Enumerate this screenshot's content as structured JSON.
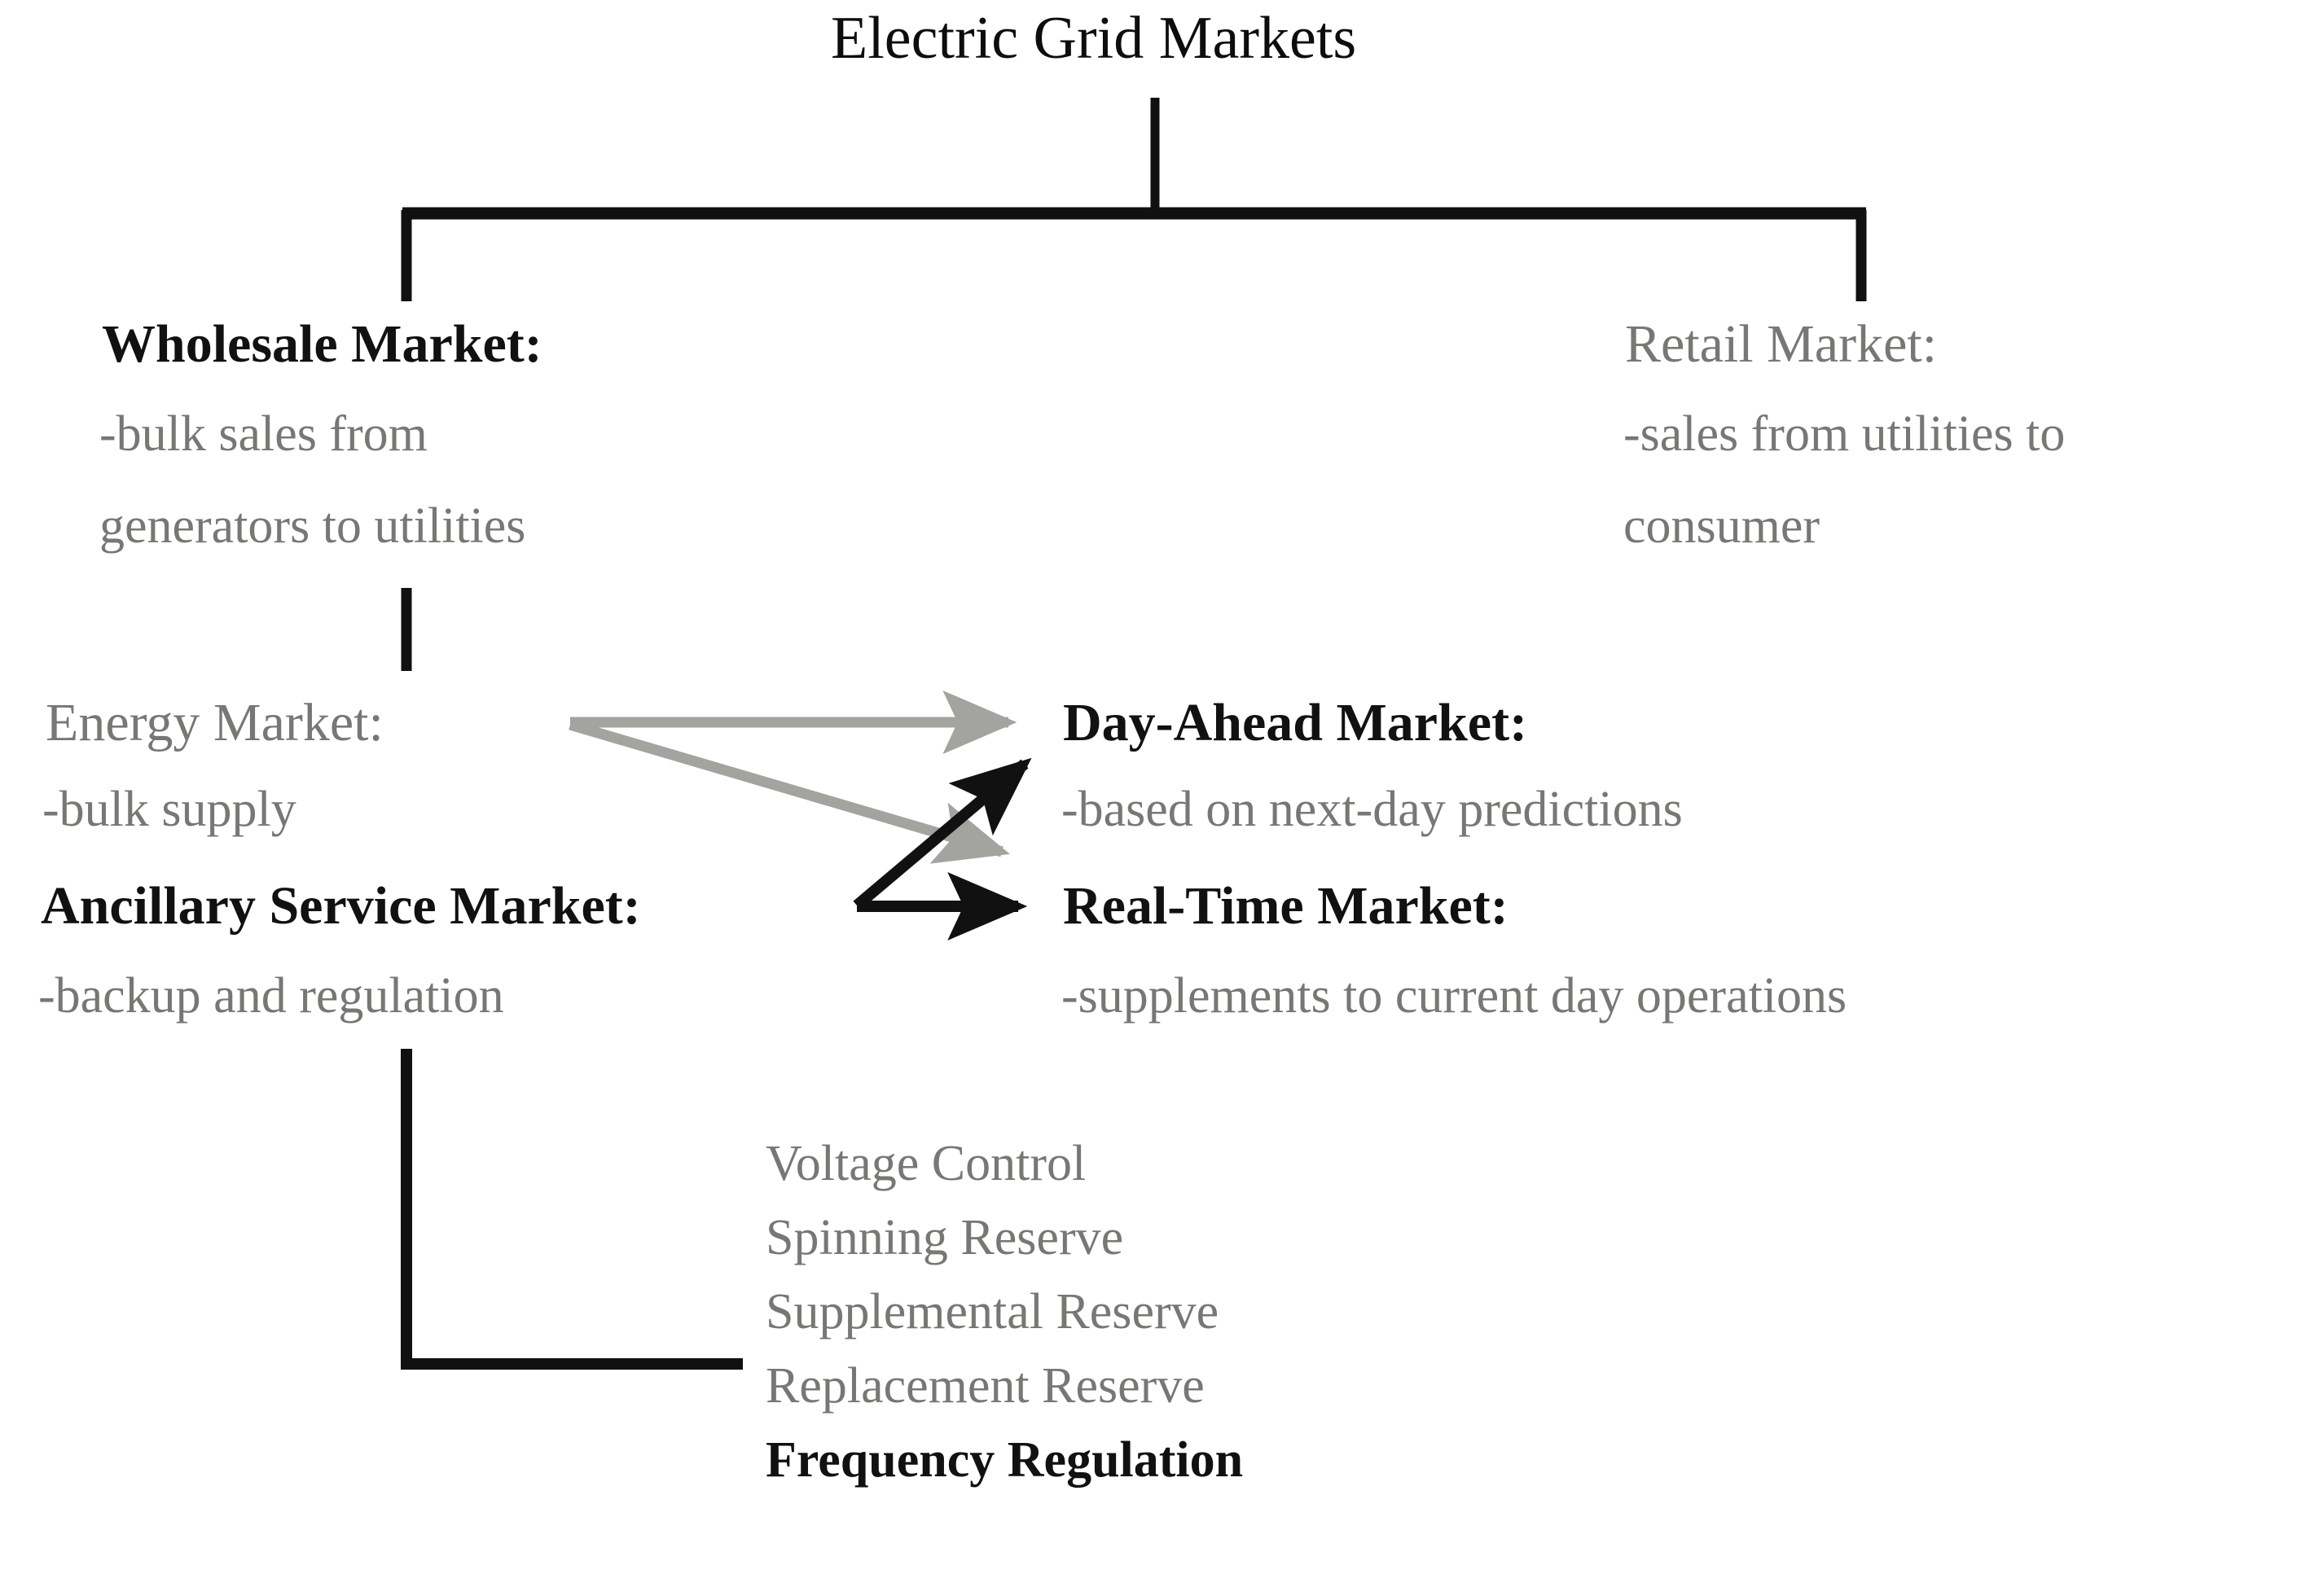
{
  "diagram": {
    "title": "Electric Grid Markets",
    "colors": {
      "black": "#111111",
      "gray": "#777774",
      "background": "#ffffff"
    },
    "branches": {
      "wholesale": {
        "title": "Wholesale Market:",
        "desc_line1": "-bulk sales from",
        "desc_line2": "generators to utilities"
      },
      "retail": {
        "title": "Retail Market:",
        "desc_line1": "-sales from utilities to",
        "desc_line2": "consumer"
      },
      "energy": {
        "title": "Energy Market:",
        "desc_line1": "-bulk supply"
      },
      "ancillary": {
        "title": "Ancillary Service Market:",
        "desc_line1": "-backup and regulation"
      },
      "day_ahead": {
        "title": "Day-Ahead Market:",
        "desc_line1": "-based on next-day predictions"
      },
      "real_time": {
        "title": "Real-Time Market:",
        "desc_line1": "-supplements to current day operations"
      }
    },
    "ancillary_services": [
      {
        "label": "Voltage Control",
        "emphasis": "gray"
      },
      {
        "label": "Spinning Reserve",
        "emphasis": "gray"
      },
      {
        "label": "Supplemental Reserve",
        "emphasis": "gray"
      },
      {
        "label": "Replacement Reserve",
        "emphasis": "gray"
      },
      {
        "label": "Frequency Regulation",
        "emphasis": "black"
      }
    ],
    "connectors": {
      "root_stem": "vertical-line-from-title",
      "root_bar": "horizontal-split-bar",
      "wholesale_stem": "vertical-line-to-energy-market",
      "ancillary_bracket": "L-shaped-bracket-to-services-list"
    },
    "arrows": [
      {
        "name": "energy-to-day-ahead",
        "color": "gray"
      },
      {
        "name": "energy-to-real-time",
        "color": "gray"
      },
      {
        "name": "ancillary-to-day-ahead",
        "color": "black"
      },
      {
        "name": "ancillary-to-real-time",
        "color": "black"
      }
    ]
  }
}
